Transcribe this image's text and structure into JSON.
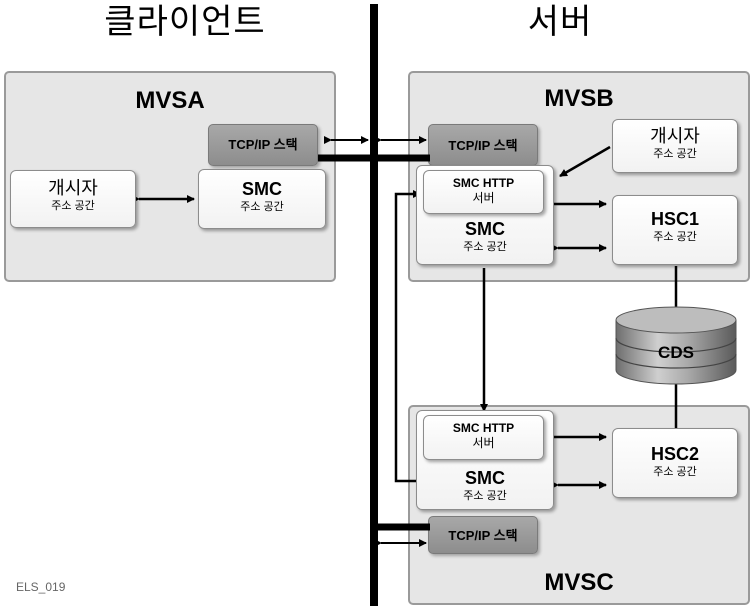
{
  "headings": {
    "client": "클라이언트",
    "server": "서버"
  },
  "regions": {
    "mvsa": "MVSA",
    "mvsb": "MVSB",
    "mvsc": "MVSC"
  },
  "tcp_label": "TCP/IP 스택",
  "smc": {
    "title": "SMC",
    "subtitle": "주소 공간"
  },
  "initiator": {
    "title": "개시자",
    "subtitle": "주소 공간"
  },
  "smc_http": {
    "line1": "SMC HTTP",
    "line2": "서버"
  },
  "hsc1": {
    "title": "HSC1",
    "subtitle": "주소 공간"
  },
  "hsc2": {
    "title": "HSC2",
    "subtitle": "주소 공간"
  },
  "cds": "CDS",
  "footer": "ELS_019"
}
